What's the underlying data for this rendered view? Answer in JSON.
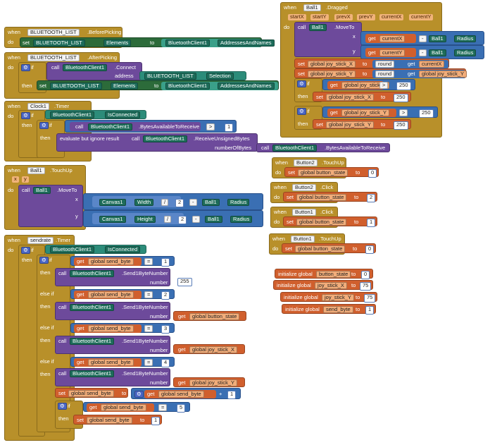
{
  "kw": {
    "when": "when",
    "do": "do",
    "if": "if",
    "then": "then",
    "else_if": "else if",
    "set": "set",
    "to": "to",
    "call": "call",
    "get": "get",
    "initialize_global": "initialize global",
    "address": "address",
    "number": "number",
    "numberOfBytes": "numberOfBytes",
    "evaluate": "evaluate but ignore result",
    "round": "round",
    "x": "x",
    "y": "y",
    "dot": "▾",
    "gear": "⚙"
  },
  "ev": {
    "bt_before": {
      "comp": "BLUETOOTH_LIST",
      "event": ".BeforePicking"
    },
    "bt_after": {
      "comp": "BLUETOOTH_LIST",
      "event": ".AfterPicking"
    },
    "clock": {
      "comp": "Clock1",
      "event": ".Timer"
    },
    "ball_touch": {
      "comp": "Ball1",
      "event": ".TouchUp"
    },
    "sendrate": {
      "comp": "sendrate",
      "event": ".Timer"
    },
    "ball_drag": {
      "comp": "Ball1",
      "event": ".Dragged"
    },
    "btn2_touch": {
      "comp": "Button2",
      "event": ".TouchUp"
    },
    "btn2_click": {
      "comp": "Button2",
      "event": ".Click"
    },
    "btn1_click": {
      "comp": "Button1",
      "event": ".Click"
    },
    "btn1_touch": {
      "comp": "Button1",
      "event": ".TouchUp"
    }
  },
  "names": {
    "bluetooth_list": "BLUETOOTH_LIST",
    "elements": "Elements",
    "client": "BluetoothClient1",
    "addresses": "AddressesAndNames",
    "connect": ".Connect",
    "selection": "Selection",
    "is_connected": "IsConnected",
    "bytes_avail": ".BytesAvailableToReceive",
    "receive": ".ReceiveUnsignedBytes",
    "send1": ".Send1ByteNumber",
    "ball1": "Ball1",
    "moveto": ".MoveTo",
    "canvas1": "Canvas1",
    "width": "Width",
    "height": "Height",
    "radius": "Radius",
    "current_x": "currentX",
    "current_y": "currentY"
  },
  "params": {
    "x": "x",
    "y": "y",
    "startX": "startX",
    "startY": "startY",
    "prevX": "prevX",
    "prevY": "prevY",
    "currentX": "currentX",
    "currentY": "currentY"
  },
  "vars": {
    "send_byte": "global send_byte",
    "button_state": "global button_state",
    "joy_x": "global joy_stick_X",
    "joy_y": "global joy_stick_Y"
  },
  "globals": [
    {
      "name": "button_state",
      "value": "0"
    },
    {
      "name": "joy_stick_X",
      "value": "75"
    },
    {
      "name": "joy_stick_Y",
      "value": "75"
    },
    {
      "name": "send_byte",
      "value": "1"
    }
  ],
  "ops": {
    "gt": ">",
    "eq": "=",
    "div": "/",
    "minus": "-",
    "plus": "+"
  },
  "nums": {
    "n0": "0",
    "n1": "1",
    "n2": "2",
    "n3": "3",
    "n4": "4",
    "n5": "5",
    "n250": "250",
    "n255": "255"
  },
  "colors": {
    "event": "#b8902a",
    "component": "#2c8c7a",
    "variable": "#d05f2d",
    "math": "#3a6fb3",
    "call": "#6d4a9b",
    "setter": "#2c6b3a"
  }
}
